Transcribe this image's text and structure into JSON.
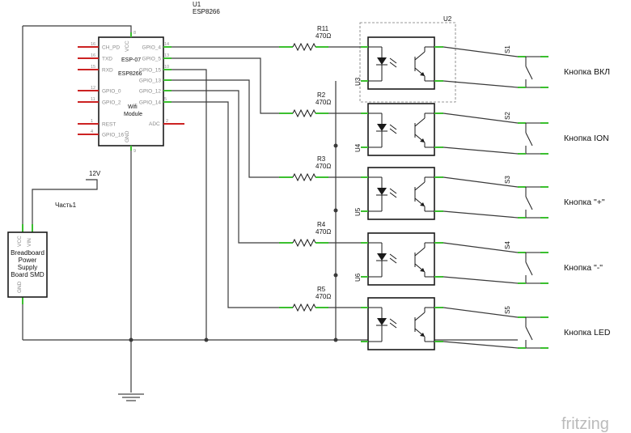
{
  "esp": {
    "ref": "U1",
    "name": "ESP8266",
    "model": "ESP-07",
    "chip": "ESP8266",
    "desc1": "Wifi",
    "desc2": "Module",
    "vcc": "VCC",
    "gnd": "GND",
    "left_pins": [
      {
        "num": "16",
        "name": "CH_PD"
      },
      {
        "num": "16",
        "name": "TXD"
      },
      {
        "num": "15",
        "name": "RXD"
      },
      {
        "num": "12",
        "name": "GPIO_0"
      },
      {
        "num": "11",
        "name": "GPIO_2"
      },
      {
        "num": "1",
        "name": "REST"
      },
      {
        "num": "4",
        "name": "GPIO_16"
      }
    ],
    "right_pins": [
      {
        "num": "14",
        "name": "GPIO_4"
      },
      {
        "num": "13",
        "name": "GPIO_5"
      },
      {
        "num": "10",
        "name": "GPIO_15"
      },
      {
        "num": "",
        "name": "GPIO_13"
      },
      {
        "num": "",
        "name": "GPIO_12"
      },
      {
        "num": "5",
        "name": "GPIO_14"
      }
    ],
    "adc": "ADC",
    "adc_num": "2",
    "vcc_num": "8",
    "gnd_num": "9"
  },
  "power": {
    "line1": "Breadboard",
    "line2": "Power",
    "line3": "Supply",
    "line4": "Board SMD",
    "vcc": "VCC",
    "vin": "VIN",
    "gnd": "GND",
    "supply": "12V",
    "part": "Часть1"
  },
  "group_label": "U2",
  "channels": [
    {
      "res": "R11",
      "val": "470Ω",
      "opto": "U3",
      "sw": "S1",
      "button": "Кнопка ВКЛ"
    },
    {
      "res": "R2",
      "val": "470Ω",
      "opto": "U4",
      "sw": "S2",
      "button": "Кнопка ION"
    },
    {
      "res": "R3",
      "val": "470Ω",
      "opto": "U5",
      "sw": "S3",
      "button": "Кнопка \"+\""
    },
    {
      "res": "R4",
      "val": "470Ω",
      "opto": "U6",
      "sw": "S4",
      "button": "Кнопка \"-\""
    },
    {
      "res": "R5",
      "val": "470Ω",
      "opto": "",
      "sw": "S5",
      "button": "Кнопка LED"
    }
  ],
  "brand": "fritzing"
}
